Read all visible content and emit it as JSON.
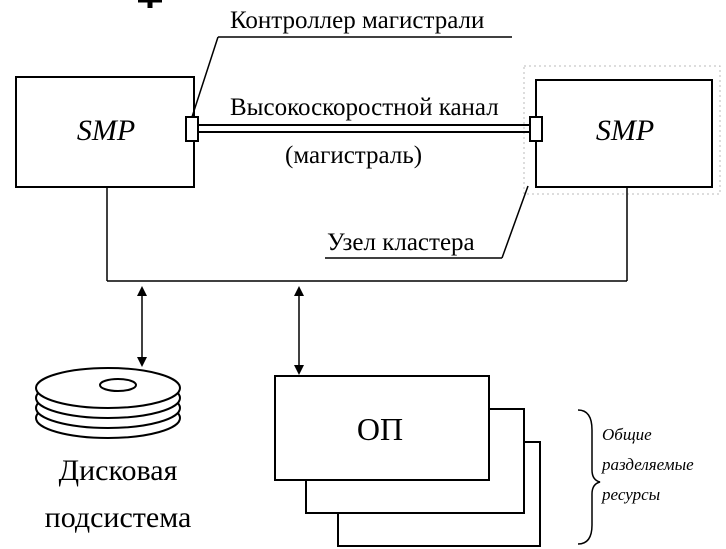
{
  "diagram": {
    "left_node": {
      "label": "SMP"
    },
    "right_node": {
      "label": "SMP"
    },
    "bus_controller_label": "Контроллер магистрали",
    "channel_label_line1": "Высокоскоростной канал",
    "channel_label_line2": "(магистраль)",
    "cluster_node_label": "Узел кластера",
    "memory_label": "ОП",
    "disk_label_line1": "Дисковая",
    "disk_label_line2": "подсистема",
    "shared_resources_line1": "Общие",
    "shared_resources_line2": "разделяемые",
    "shared_resources_line3": "ресурсы"
  }
}
